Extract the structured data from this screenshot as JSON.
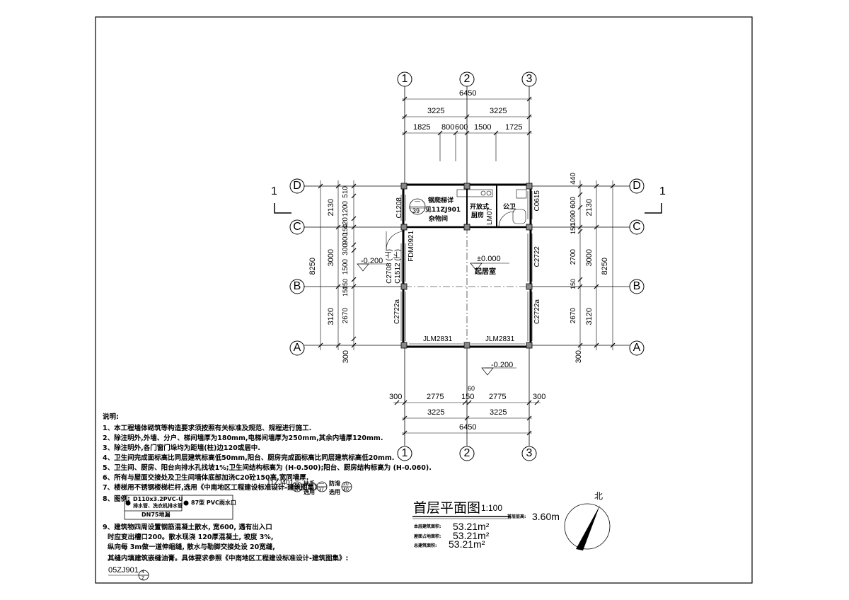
{
  "axes": {
    "columns": [
      "1",
      "2",
      "3"
    ],
    "rows": [
      "D",
      "C",
      "B",
      "A"
    ]
  },
  "dims": {
    "top_total": "6450",
    "top_half_left": "3225",
    "top_half_right": "3225",
    "top_segments": [
      "1825",
      "800",
      "600",
      "1500",
      "1725"
    ],
    "bottom_segments": [
      "300",
      "2775",
      "150",
      "2775",
      "300"
    ],
    "bottom_halves": [
      "3225",
      "3225"
    ],
    "bottom_total": "6450",
    "bottom_small": "60",
    "left_total": "8250",
    "left_mid": [
      "2130",
      "3000",
      "3120"
    ],
    "left_inner": [
      "510",
      "1200",
      "420",
      "900",
      "300",
      "1500",
      "150",
      "2670",
      "150",
      "150"
    ],
    "left_bottom": "300",
    "right_total": "8250",
    "right_mid": [
      "2130",
      "3000",
      "3120"
    ],
    "right_inner": [
      "440",
      "600",
      "1090",
      "150",
      "2700",
      "150",
      "2670"
    ],
    "right_bottom": "300"
  },
  "rooms": {
    "stair_label": "钢爬梯详",
    "stair_ref": "见11ZJ901",
    "stair_room": "杂物间",
    "stair_circle_top": "—",
    "stair_circle_num": "39",
    "kitchen_l1": "开放式",
    "kitchen_l2": "厨房",
    "toilet": "公卫",
    "living": "起居室",
    "level_inside": "±0.000",
    "level_out_left": "-0.200",
    "level_out_bottom": "-0.200"
  },
  "openings": {
    "c1208": "C1208",
    "fdm0921": "FDM0921",
    "lm07": "LM07",
    "c0615": "C0615",
    "c2708": "C2708 (上)",
    "c1512": "C1512 (下)",
    "c2722_right": "C2722",
    "c2722a_left": "C2722a",
    "c2722a_right": "C2722a",
    "jlm_left": "JLM2831",
    "jlm_right": "JLM2831"
  },
  "section": {
    "left": "1",
    "right": "1"
  },
  "notes": {
    "title": "说明:",
    "lines": [
      "1、本工程墙体砌筑等构造要求须按照有关标准及规范、规程进行施工.",
      "2、除注明外,外墙、分户、梯间墙厚为180mm,电梯间墙厚为250mm,其余内墙厚120mm.",
      "3、除注明外,各门窗门垛均为距墙(柱)边120或居中.",
      "4、卫生间完成面标高比同层建筑标高低50mm,阳台、厨房完成面标高比同层建筑标高低20mm.",
      "5、卫生间、厨房、阳台向排水孔找坡1%;卫生间结构标高为 (H-0.500);阳台、厨房结构标高为 (H-0.060).",
      "6、所有与屋面交接处及卫生间墙体底部加浇C20砼150高,宽同墙厚.",
      "7、楼梯用不锈钢楼梯栏杆,选用《中南地区工程建设标准设计-建筑图集》"
    ],
    "n7_ref": "11ZJ401",
    "n7_c1": "17",
    "n7_c1b": "—",
    "n7_w1": "扶手",
    "n7_w1b": "选用",
    "n7_c2": "37",
    "n7_c2b": "—",
    "n7_w2": "防滑",
    "n7_w2b": "选用",
    "n7_c3": "40",
    "n7_c3b": "20",
    "n8_title": "8、图例:",
    "legend_a1": "D110x3.2PVC-U",
    "legend_a2": "排水管、洗衣机排水管",
    "legend_a3": "DN75地漏",
    "legend_b": "87型 PVC雨水口",
    "n9": "9、建筑物四周设置钢筋混凝土散水, 宽600, 遇有出入口",
    "n9b": "时应变出槽口200。散水现浇 120厚混凝土, 坡度 3%,",
    "n9c": "纵向每 3m做一道伸缩缝, 散水与勒脚交接处设 20宽缝,",
    "n9d": "其缝内填建筑嵌缝油膏。具体要求参照《中南地区工程建设标准设计-建筑图集》:",
    "n9_ref": "05ZJ901",
    "n9_circle_top": "4",
    "n9_circle_bot": "2"
  },
  "title_block": {
    "title": "首层平面图",
    "scale": "1:100",
    "height_label": "首层层高:",
    "height": "3.60m",
    "area1_label": "本层建筑面积:",
    "area1": "53.21m²",
    "area2_label": "屋面占地面积:",
    "area2": "53.21m²",
    "area3_label": "总建筑面积:",
    "area3": "53.21m²"
  },
  "north": {
    "label": "北"
  }
}
